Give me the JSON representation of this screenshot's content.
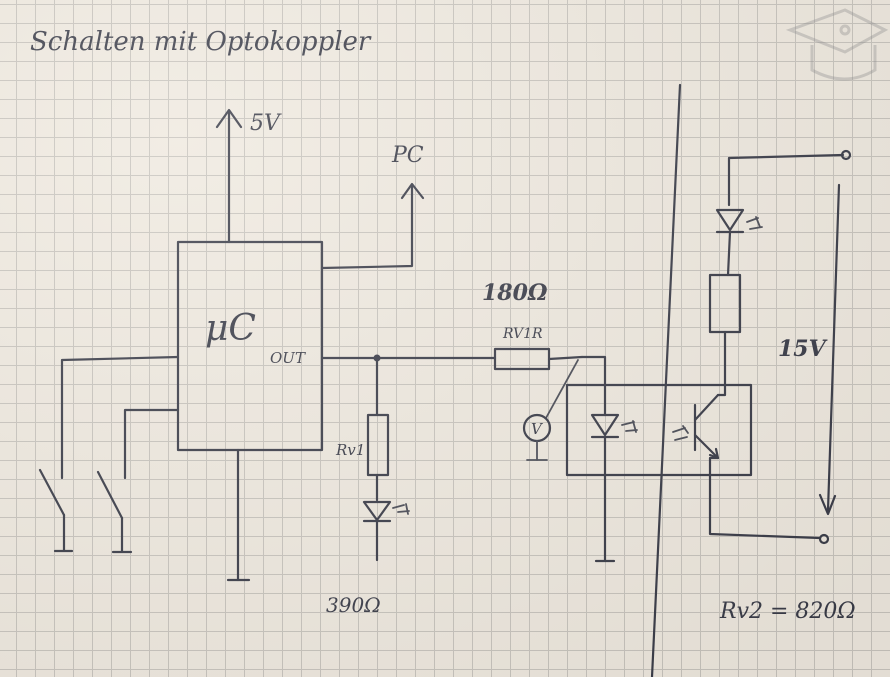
{
  "title": "Schalten mit Optokoppler",
  "labels": {
    "supply": "5V",
    "pc": "PC",
    "uc": "μC",
    "out": "OUT",
    "r_v1r_value": "180Ω",
    "r_v1r_name": "RV1R",
    "r_v1_name": "Rv1",
    "r_v1_value": "390Ω",
    "right_supply": "15V",
    "r_v2": "Rv2 = 820Ω",
    "voltmeter": "V"
  },
  "colors": {
    "ink": "#3a3c48",
    "paper": "#efe9df",
    "grid": "#c8c4bd"
  }
}
